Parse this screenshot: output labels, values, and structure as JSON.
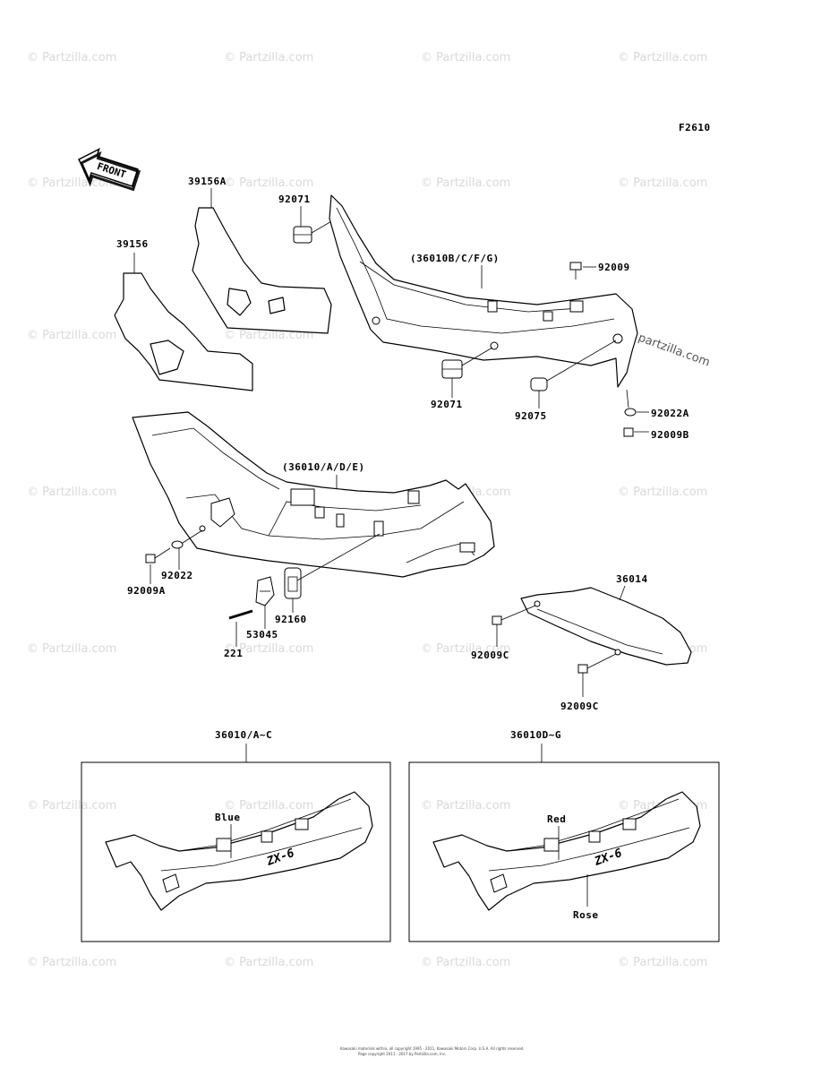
{
  "figure_code": "F2610",
  "front_label": "FRONT",
  "watermark": "© Partzilla.com",
  "watermark_diag": "partzilla.com",
  "parts": {
    "p39156A": "39156A",
    "p39156": "39156",
    "p92071_top": "92071",
    "p36010BCFG": "(36010B/C/F/G)",
    "p92009": "92009",
    "p92071_mid": "92071",
    "p92075": "92075",
    "p92022A": "92022A",
    "p92009B": "92009B",
    "p36010ADE": "(36010/A/D/E)",
    "p92009A": "92009A",
    "p92022": "92022",
    "p53045": "53045",
    "p92160": "92160",
    "p221": "221",
    "p36014": "36014",
    "p92009C_1": "92009C",
    "p92009C_2": "92009C"
  },
  "variants": {
    "left_title": "36010/A~C",
    "left_stripe": "Blue",
    "right_title": "36010D~G",
    "right_stripe": "Red",
    "right_body": "Rose",
    "emblem": "ZX-6"
  },
  "footer": {
    "line1": "Kawasaki materials within, all copyright 1995 - 2011, Kawasaki Motors Corp. U.S.A. All rights reserved.",
    "line2": "Page copyright 2011 - 2017 by Partzilla.com, Inc."
  }
}
